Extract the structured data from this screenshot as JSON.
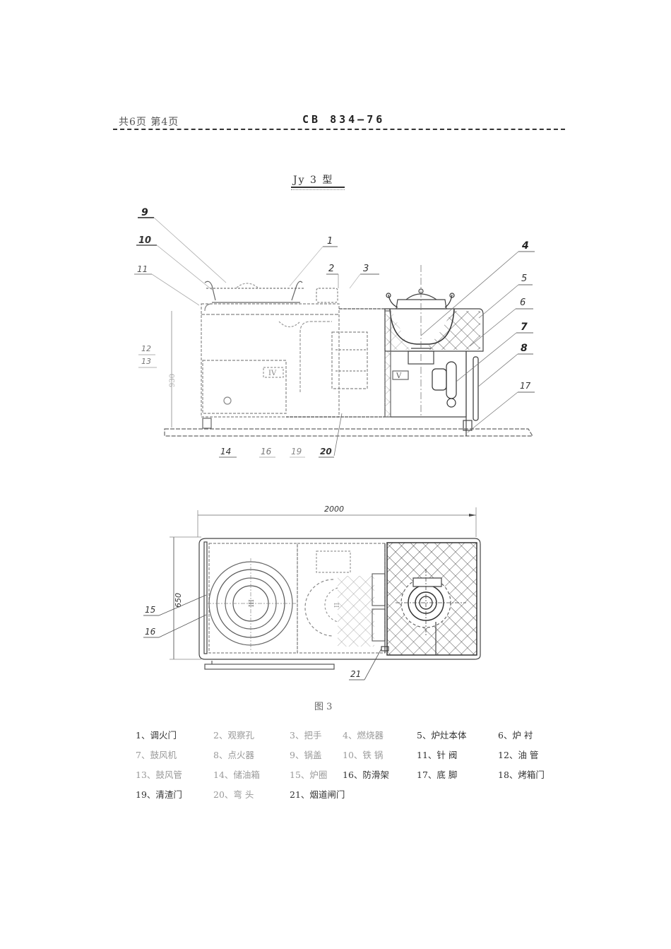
{
  "header": {
    "pages": "共6页  第4页",
    "standard_code": "CB 834—76"
  },
  "model_title": "Jy 3 型",
  "drawing": {
    "side_view_callouts": [
      "9",
      "10",
      "11",
      "1",
      "2",
      "3",
      "4",
      "5",
      "6",
      "7",
      "8",
      "17",
      "12",
      "13",
      "14",
      "16",
      "19",
      "20"
    ],
    "side_view_height_dim": "930",
    "inner_labels": [
      "IV",
      "V"
    ],
    "plan_view_callouts": [
      "15",
      "16",
      "21"
    ],
    "plan_width_dim": "2000",
    "plan_depth_dim": "650",
    "burner_marks": [
      "III",
      "II"
    ]
  },
  "figure_caption": "图 3",
  "legend": {
    "rows": [
      [
        {
          "num": "1、",
          "label": "调火门"
        },
        {
          "num": "2、",
          "label": "观察孔"
        },
        {
          "num": "3、",
          "label": "把手"
        },
        {
          "num": "4、",
          "label": "燃烧器"
        },
        {
          "num": "5、",
          "label": "炉灶本体"
        },
        {
          "num": "6、",
          "label": "炉  衬"
        }
      ],
      [
        {
          "num": "7、",
          "label": "鼓风机"
        },
        {
          "num": "8、",
          "label": "点火器"
        },
        {
          "num": "9、",
          "label": "锅盖"
        },
        {
          "num": "10、",
          "label": "铁  锅"
        },
        {
          "num": "11、",
          "label": "针    阀"
        },
        {
          "num": "12、",
          "label": "油  管"
        }
      ],
      [
        {
          "num": "13、",
          "label": "鼓风管"
        },
        {
          "num": "14、",
          "label": "储油箱"
        },
        {
          "num": "15、",
          "label": "炉圈"
        },
        {
          "num": "16、",
          "label": "防滑架"
        },
        {
          "num": "17、",
          "label": "底    脚"
        },
        {
          "num": "18、",
          "label": "烤箱门"
        }
      ],
      [
        {
          "num": "19、",
          "label": "清渣门"
        },
        {
          "num": "20、",
          "label": "弯  头"
        },
        {
          "num": "21、",
          "label": "烟道闸门"
        }
      ]
    ]
  }
}
